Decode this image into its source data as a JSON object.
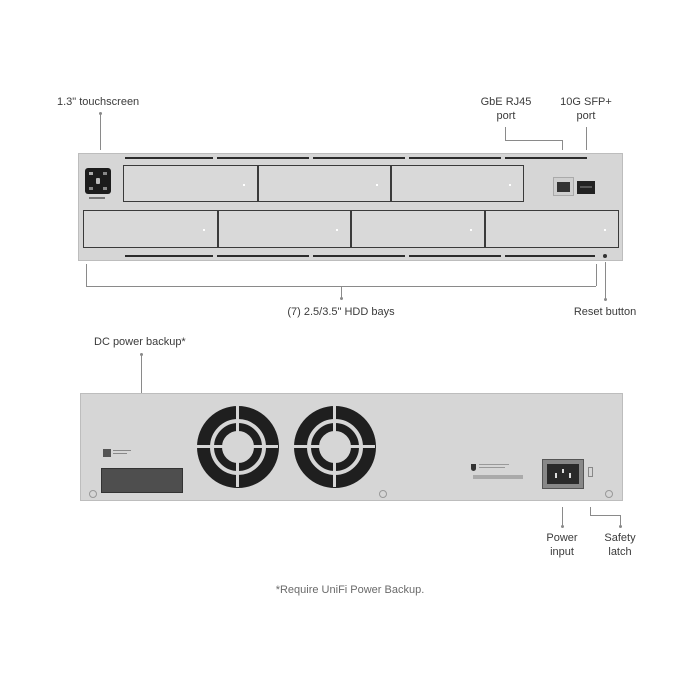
{
  "front": {
    "touchscreen_label": "1.3\" touchscreen",
    "rj45_label_line1": "GbE RJ45",
    "rj45_label_line2": "port",
    "sfp_label_line1": "10G SFP+",
    "sfp_label_line2": "port",
    "hdd_label": "(7) 2.5/3.5\" HDD bays",
    "reset_label": "Reset button",
    "hdd_bay_count": 7
  },
  "rear": {
    "dc_backup_label": "DC power backup*",
    "power_input_line1": "Power",
    "power_input_line2": "input",
    "safety_latch_line1": "Safety",
    "safety_latch_line2": "latch",
    "fan_count": 2
  },
  "footnote": "*Require UniFi Power Backup.",
  "colors": {
    "chassis": "#d6d6d6",
    "bay_border": "#3a3a3a",
    "callout_line": "#8a8a8a",
    "text": "#3b3b3b"
  }
}
